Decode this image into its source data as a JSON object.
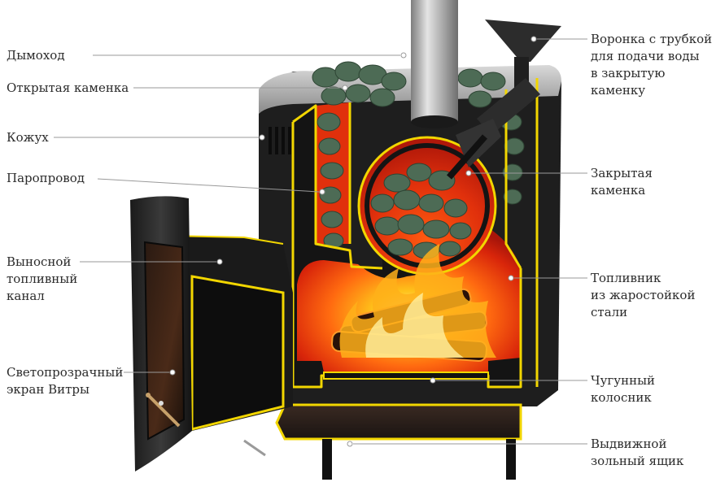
{
  "diagram": {
    "left_labels": [
      {
        "id": "chimney",
        "text": "Дымоход"
      },
      {
        "id": "open-heater",
        "text": "Открытая каменка"
      },
      {
        "id": "casing",
        "text": "Кожух"
      },
      {
        "id": "steam-duct",
        "text": "Паропровод"
      },
      {
        "id": "fuel-channel",
        "text": "Выносной\nтопливный\nканал"
      },
      {
        "id": "glass-screen",
        "text": "Светопрозрачный\nэкран Витры"
      }
    ],
    "right_labels": [
      {
        "id": "water-funnel",
        "text": "Воронка с трубкой\nдля подачи воды\nв закрытую\nкаменку"
      },
      {
        "id": "closed-heater",
        "text": "Закрытая\nкаменка"
      },
      {
        "id": "firebox",
        "text": "Топливник\nиз жаростойкой\nстали"
      },
      {
        "id": "grate",
        "text": "Чугунный\nколосник"
      },
      {
        "id": "ash-drawer",
        "text": "Выдвижной\nзольный ящик"
      }
    ],
    "colors": {
      "label_text": "#2b2b2b",
      "leader_line": "#9a9a9a",
      "outline": "#f2d600",
      "steel": "#1c1c1c",
      "fire_core": "#ffd23a",
      "fire_outer": "#e8300a",
      "stones": "#4d6b55"
    }
  }
}
